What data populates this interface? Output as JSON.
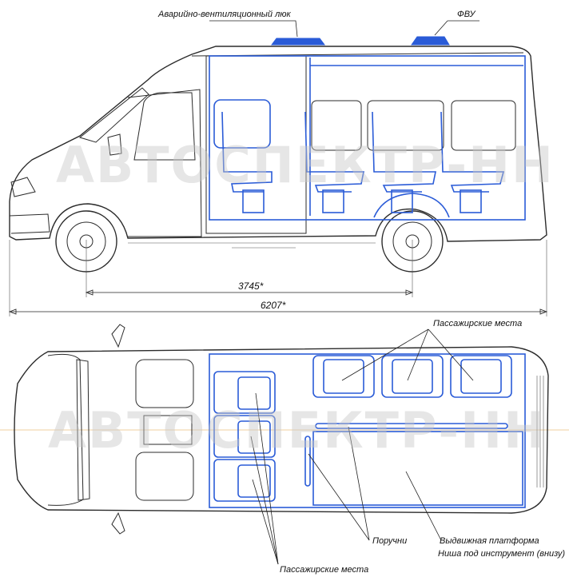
{
  "labels": {
    "vent_hatch": "Аварийно-вентиляционный люк",
    "fvu": "ФВУ",
    "passenger_seats_top": "Пассажирские места",
    "handrails": "Поручни",
    "sliding_platform": "Выдвижная платформа",
    "tool_niche": "Ниша под инструмент (внизу)",
    "passenger_seats_bottom": "Пассажирские места"
  },
  "dimensions": {
    "wheelbase": "3745*",
    "overall_length": "6207*"
  },
  "watermark": {
    "side_view": "АВТОСПЕКТР-НН",
    "top_view": "АВТОСПЕКТР-НН"
  },
  "colors": {
    "body_lines": "#2b2b2b",
    "interior": "#2a5bd7",
    "watermark": "#c8c8c8"
  }
}
